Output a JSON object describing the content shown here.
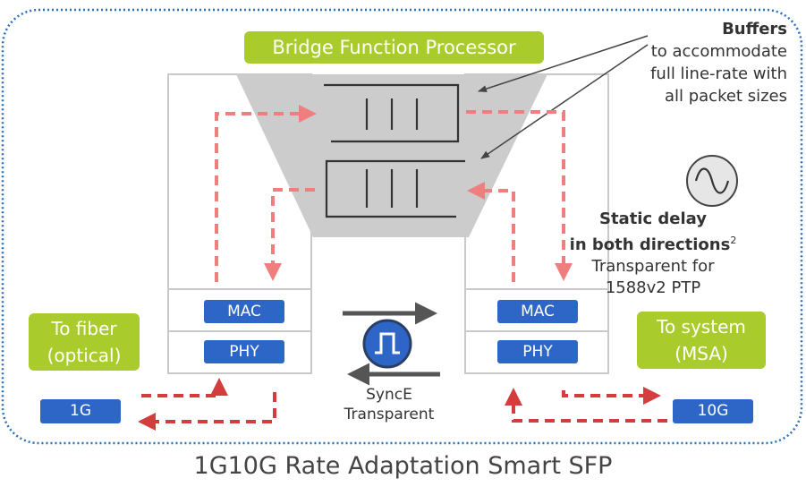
{
  "title": "Bridge Function Processor",
  "caption": "1G10G Rate Adaptation Smart SFP",
  "buffers": {
    "heading": "Buffers",
    "line1": "to accommodate",
    "line2": "full line-rate with",
    "line3": "all packet sizes"
  },
  "delay": {
    "line1": "Static delay",
    "line2": "in both directions",
    "sup": "2",
    "line3": "Transparent for",
    "line4": "1588v2 PTP"
  },
  "left": {
    "label1": "To fiber",
    "label2": "(optical)",
    "mac": "MAC",
    "phy": "PHY",
    "rate": "1G"
  },
  "right": {
    "label1": "To system",
    "label2": "(MSA)",
    "mac": "MAC",
    "phy": "PHY",
    "rate": "10G"
  },
  "synce": {
    "line1": "SyncE",
    "line2": "Transparent"
  },
  "colors": {
    "accent_green": "#a9cc2c",
    "pill_blue": "#2e66c8",
    "arrow_red": "#ef7f7f",
    "arrow_darkred": "#d43d3d",
    "funnel_gray": "#cccccc",
    "border_blue": "#2a6fb8"
  }
}
